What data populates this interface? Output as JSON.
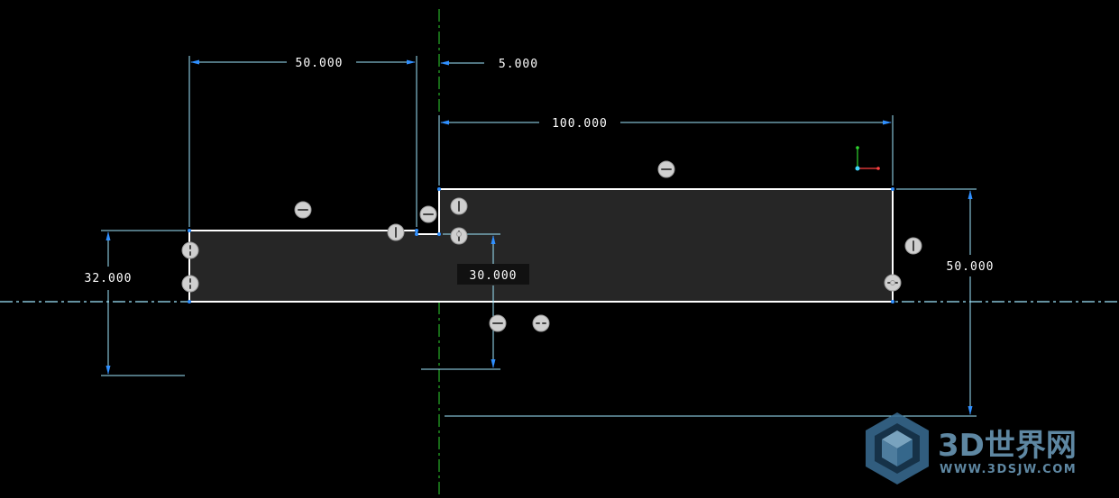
{
  "dimensions": {
    "d_50_top": "50.000",
    "d_5": "5.000",
    "d_100": "100.000",
    "d_32": "32.000",
    "d_30": "30.000",
    "d_50_right": "50.000"
  },
  "watermark": {
    "title": "3D世界网",
    "url": "WWW.3DSJW.COM"
  },
  "colors": {
    "background": "#000000",
    "geometry": "#ffffff",
    "dimension_line": "#9fe8ff",
    "centerline_vertical": "#2fd42f",
    "region_fill": "#262626"
  }
}
